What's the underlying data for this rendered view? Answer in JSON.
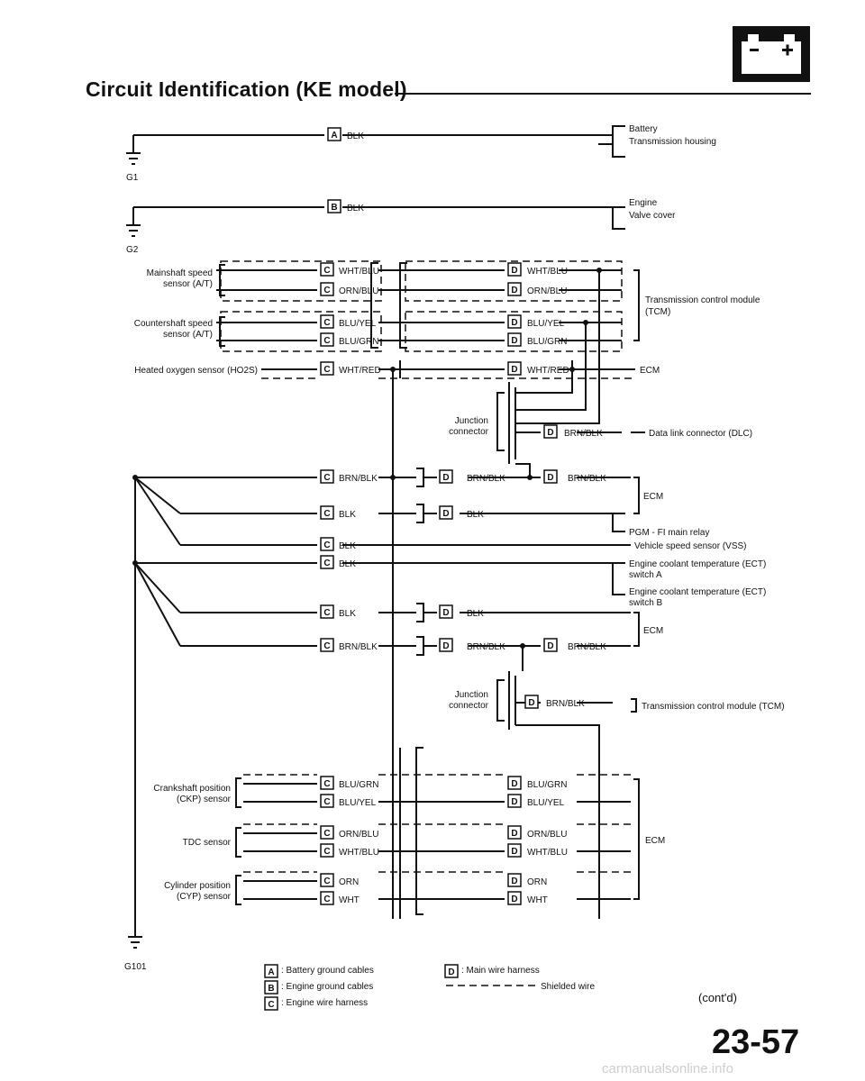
{
  "title": "Circuit Identification (KE model)",
  "page_number": "23-57",
  "watermark": "carmanualsonline.info",
  "contd": "(cont'd)",
  "grounds": {
    "g1": "G1",
    "g2": "G2",
    "g101": "G101"
  },
  "tags": {
    "A": "A",
    "B": "B",
    "C": "C",
    "D": "D"
  },
  "wires": {
    "blk": "BLK",
    "wht_blu": "WHT/BLU",
    "orn_blu": "ORN/BLU",
    "blu_yel": "BLU/YEL",
    "blu_grn": "BLU/GRN",
    "wht_red": "WHT/RED",
    "brn_blk": "BRN/BLK",
    "orn": "ORN",
    "wht": "WHT"
  },
  "components": {
    "battery_line1": "Battery",
    "battery_line2": "Transmission housing",
    "engine_line1": "Engine",
    "engine_line2": "Valve cover",
    "mainshaft_line1": "Mainshaft speed",
    "mainshaft_line2": "sensor (A/T)",
    "countershaft_line1": "Countershaft speed",
    "countershaft_line2": "sensor (A/T)",
    "ho2s": "Heated oxygen sensor (HO2S)",
    "tcm_line1": "Transmission control module",
    "tcm_line2": "(TCM)",
    "ecm": "ECM",
    "junction_line1": "Junction",
    "junction_line2": "connector",
    "dlc": "Data link connector (DLC)",
    "pgm_fi": "PGM - FI main relay",
    "vss": "Vehicle speed sensor (VSS)",
    "ecta_line1": "Engine coolant temperature (ECT)",
    "ecta_line2": "switch A",
    "ectb_line1": "Engine coolant temperature (ECT)",
    "ectb_line2": "switch B",
    "tcm_full": "Transmission control module (TCM)",
    "ckp_line1": "Crankshaft position",
    "ckp_line2": "(CKP) sensor",
    "tdc": "TDC sensor",
    "cyp_line1": "Cylinder position",
    "cyp_line2": "(CYP) sensor"
  },
  "legend": {
    "a": ": Battery ground cables",
    "b": ": Engine ground cables",
    "c": ": Engine wire harness",
    "d": ": Main wire harness",
    "shielded": "Shielded wire"
  },
  "colors": {
    "ink": "#111111",
    "watermark": "#cfcfcf"
  }
}
